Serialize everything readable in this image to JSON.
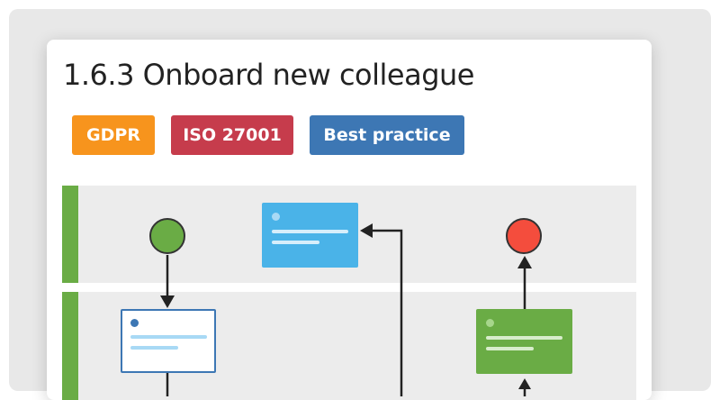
{
  "card": {
    "title": "1.6.3 Onboard new colleague",
    "tags": [
      {
        "label": "GDPR",
        "color": "#f7941d"
      },
      {
        "label": "ISO 27001",
        "color": "#c63c4c"
      },
      {
        "label": "Best practice",
        "color": "#3d77b4"
      }
    ]
  },
  "diagram": {
    "lane_color": "#6aac45",
    "start_color": "#6aac45",
    "end_color": "#f44d3d",
    "task_colors": {
      "top": "#4ab3e8",
      "left": "#ffffff",
      "right": "#6aac45"
    }
  }
}
